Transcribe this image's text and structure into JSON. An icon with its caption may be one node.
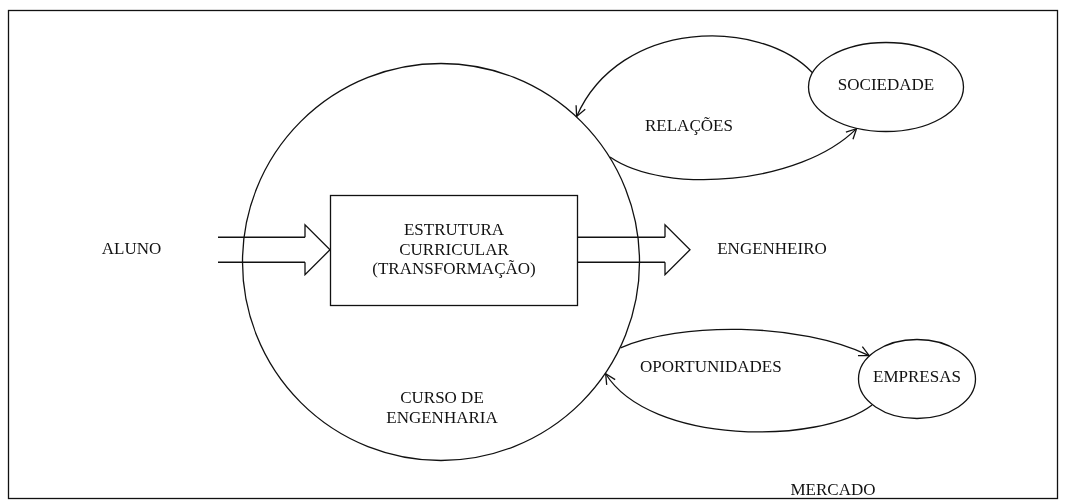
{
  "diagram": {
    "nodes": [
      {
        "text": [
          "MERCADO"
        ]
      },
      {
        "text": [
          "CURSO DE ENGENHARIA"
        ],
        "in": 0
      },
      {
        "text": [
          "ESTRUTURA CURRICULAR (TRANSFORMAÇÃO)"
        ],
        "in": 1
      },
      {
        "text": [
          "ALUNO"
        ],
        "in": 0
      },
      {
        "text": [
          "ENGENHEIRO"
        ],
        "in": 0
      },
      {
        "text": [
          "SOCIEDADE"
        ],
        "in": 0
      },
      {
        "text": [
          "EMPRESAS"
        ],
        "in": 0
      }
    ],
    "edges": [
      {
        "from": 3,
        "to": 2,
        "arrow": "to"
      },
      {
        "from": 2,
        "to": 4,
        "arrow": "to"
      },
      {
        "from": 5,
        "to": 1,
        "arrow": "to"
      },
      {
        "from": 1,
        "to": 5,
        "arrow": "to"
      },
      {
        "from": 1,
        "to": 6,
        "arrow": "to"
      },
      {
        "from": 6,
        "to": 1,
        "arrow": "to"
      }
    ],
    "labels": [
      "RELAÇÕES",
      "OPORTUNIDADES"
    ]
  }
}
